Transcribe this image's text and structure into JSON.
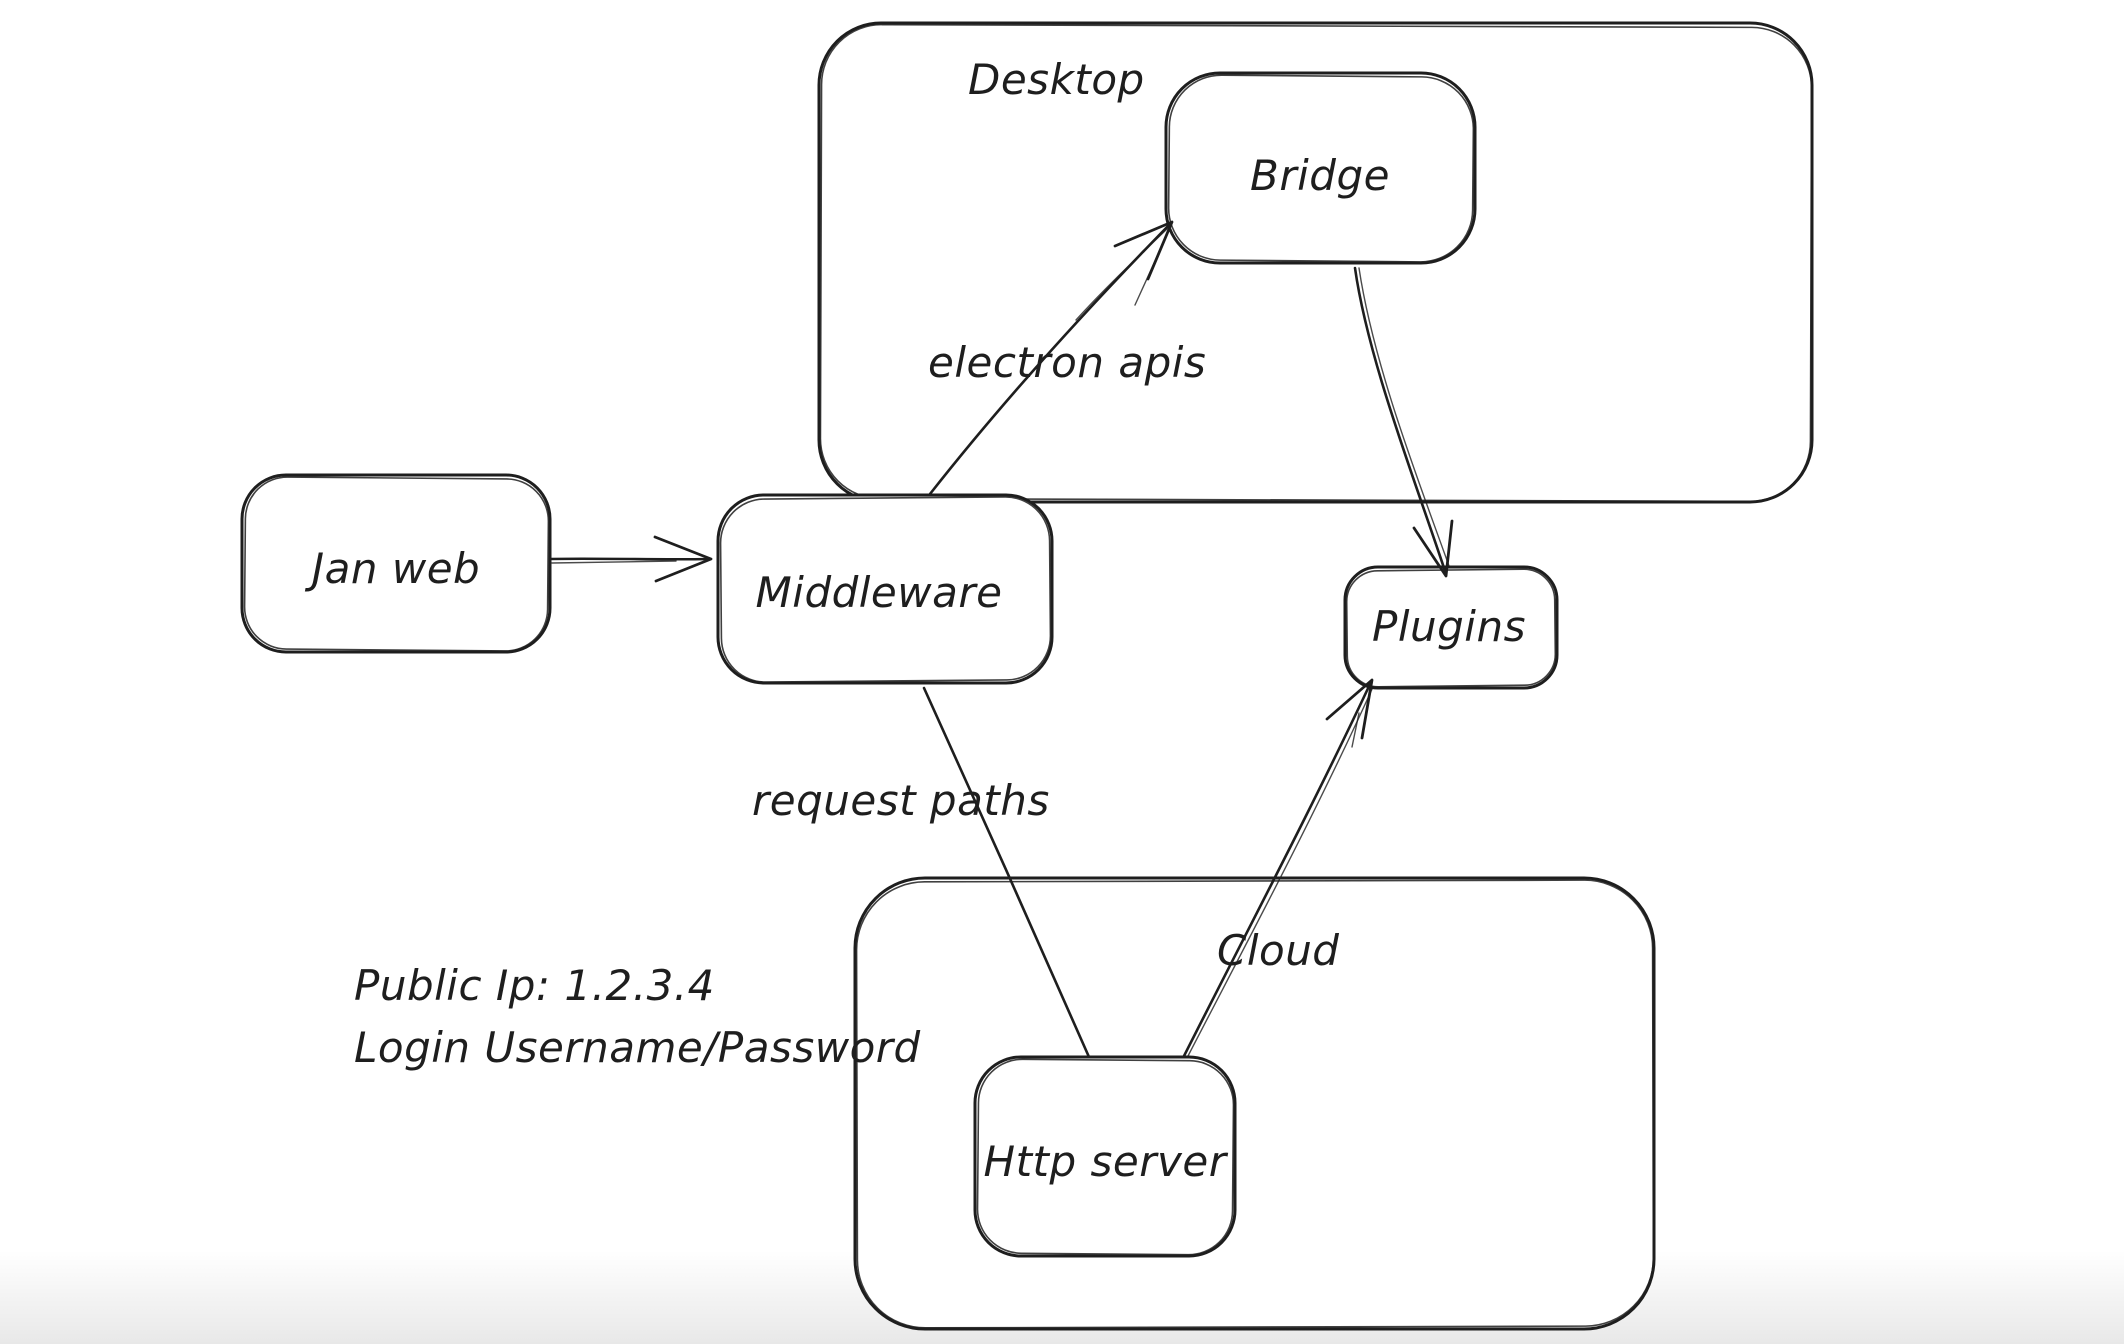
{
  "app": {
    "name": "whiteboard-diagram",
    "background_color": "#ffffff",
    "ink_color": "#1e1e1e"
  },
  "containers": [
    {
      "label": "Desktop",
      "contains": [
        "Bridge"
      ]
    },
    {
      "label": "Cloud",
      "contains": [
        "Http server"
      ]
    }
  ],
  "nodes": [
    {
      "label": "Jan web"
    },
    {
      "label": "Middleware"
    },
    {
      "label": "Bridge"
    },
    {
      "label": "Plugins"
    },
    {
      "label": "Http server"
    }
  ],
  "edges": [
    {
      "from": "Jan web",
      "to": "Middleware",
      "label": "",
      "arrowhead": "end"
    },
    {
      "from": "Middleware",
      "to": "Bridge",
      "label": "electron apis",
      "arrowhead": "end"
    },
    {
      "from": "Bridge",
      "to": "Plugins",
      "label": "",
      "arrowhead": "end"
    },
    {
      "from": "Middleware",
      "to": "Http server",
      "label": "request paths",
      "arrowhead": "none"
    },
    {
      "from": "Http server",
      "to": "Plugins",
      "label": "",
      "arrowhead": "end"
    }
  ],
  "notes": [
    {
      "text": "Public Ip: 1.2.3.4"
    },
    {
      "text": "Login Username/Password"
    }
  ]
}
